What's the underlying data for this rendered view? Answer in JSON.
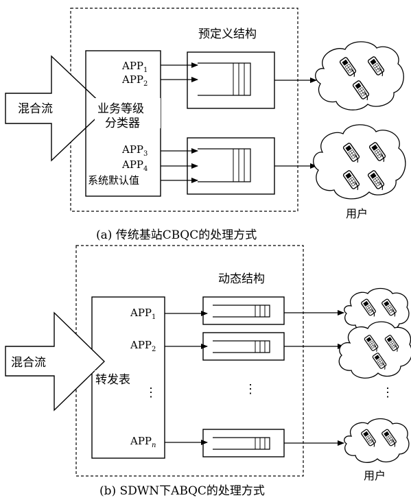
{
  "diagram_a": {
    "structure_label": "预定义结构",
    "input_label": "混合流",
    "classifier_label_line1": "业务等级",
    "classifier_label_line2": "分类器",
    "apps": [
      {
        "base": "APP",
        "sub": "1"
      },
      {
        "base": "APP",
        "sub": "2"
      },
      {
        "base": "APP",
        "sub": "3"
      },
      {
        "base": "APP",
        "sub": "4"
      }
    ],
    "default_label": "系统默认值",
    "users_label": "用户",
    "caption": "(a) 传统基站CBQC的处理方式"
  },
  "diagram_b": {
    "structure_label": "动态结构",
    "input_label": "混合流",
    "table_label": "转发表",
    "apps": [
      {
        "base": "APP",
        "sub": "1"
      },
      {
        "base": "APP",
        "sub": "2"
      },
      {
        "base": "APP",
        "sub": "n"
      }
    ],
    "ellipsis": "⋮",
    "users_label": "用户",
    "caption": "(b) SDWN下ABQC的处理方式"
  }
}
